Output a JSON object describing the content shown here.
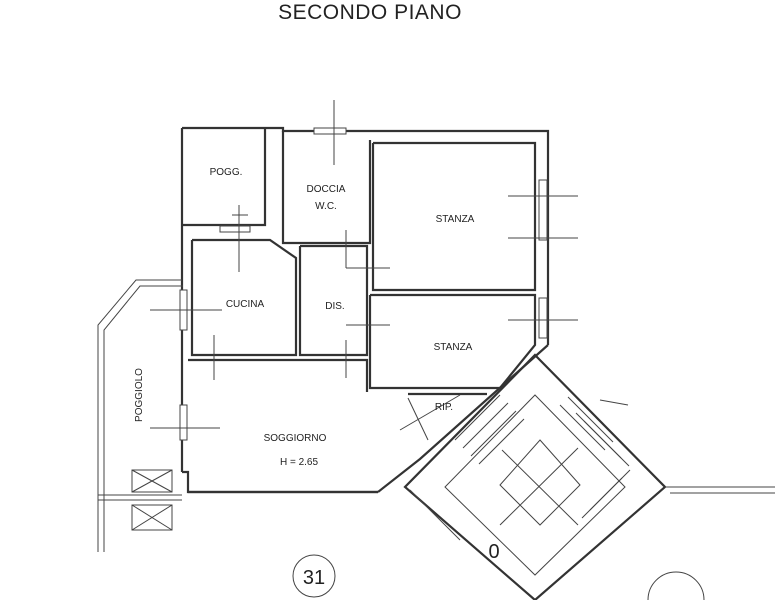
{
  "title": "SECONDO PIANO",
  "rooms": {
    "pogg": "POGG.",
    "doccia": "DOCCIA",
    "wc": "W.C.",
    "stanza_1": "STANZA",
    "cucina": "CUCINA",
    "dis": "DIS.",
    "stanza_2": "STANZA",
    "rip": "RIP.",
    "poggiolo": "POGGIOLO",
    "soggiorno": "SOGGIORNO",
    "height": "H = 2.65"
  },
  "markers": {
    "building_number": "31",
    "stair_number": "0"
  }
}
